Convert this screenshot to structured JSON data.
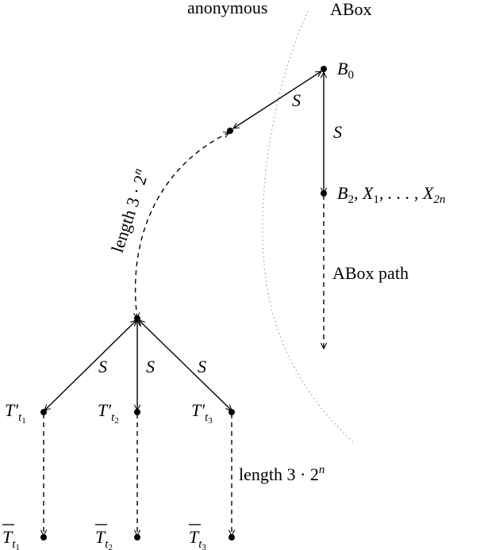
{
  "region_labels": {
    "anonymous": "anonymous",
    "abox": "ABox"
  },
  "nodes": {
    "b0": {
      "base": "B",
      "sub": "0"
    },
    "b2": {
      "text": "B",
      "sub1": "2",
      "rest1": ", X",
      "sub2": "1",
      "rest2": ", . . . , X",
      "sub3": "2n"
    },
    "t1_prime": {
      "base": "T′",
      "sub": "t",
      "subsub": "1"
    },
    "t2_prime": {
      "base": "T′",
      "sub": "t",
      "subsub": "2"
    },
    "t3_prime": {
      "base": "T′",
      "sub": "t",
      "subsub": "3"
    },
    "t1_bar": {
      "base": "T",
      "sub": "t",
      "subsub": "1"
    },
    "t2_bar": {
      "base": "T",
      "sub": "t",
      "subsub": "2"
    },
    "t3_bar": {
      "base": "T",
      "sub": "t",
      "subsub": "3"
    }
  },
  "edge_labels": {
    "s_top_diag": "S",
    "s_top_vert": "S",
    "s_left": "S",
    "s_mid": "S",
    "s_right": "S"
  },
  "path_labels": {
    "abox_path": "ABox path",
    "length_curve": "length 3 · 2",
    "length_curve_exp": "n",
    "length_bottom": "length 3 · 2",
    "length_bottom_exp": "n"
  }
}
